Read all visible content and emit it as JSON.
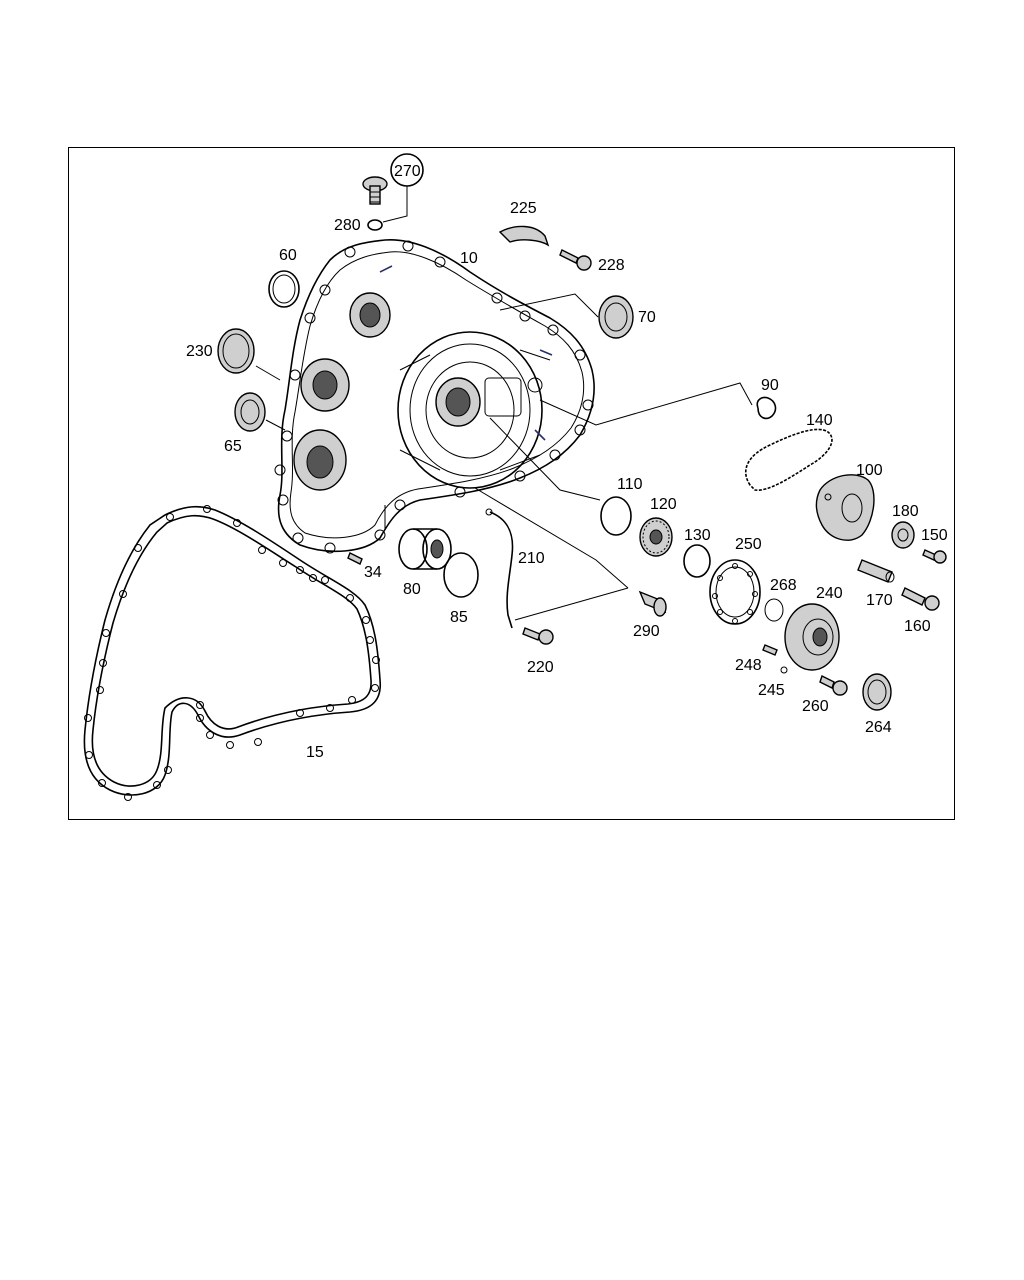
{
  "diagram": {
    "labels": {
      "p270": "270",
      "p280": "280",
      "p225": "225",
      "p228": "228",
      "p10": "10",
      "p60": "60",
      "p70": "70",
      "p230": "230",
      "p90": "90",
      "p140": "140",
      "p100": "100",
      "p65": "65",
      "p110": "110",
      "p120": "120",
      "p180": "180",
      "p150": "150",
      "p130": "130",
      "p250": "250",
      "p210": "210",
      "p34": "34",
      "p268": "268",
      "p240": "240",
      "p170": "170",
      "p80": "80",
      "p85": "85",
      "p290": "290",
      "p160": "160",
      "p220": "220",
      "p248": "248",
      "p245": "245",
      "p260": "260",
      "p264": "264",
      "p15": "15"
    }
  }
}
